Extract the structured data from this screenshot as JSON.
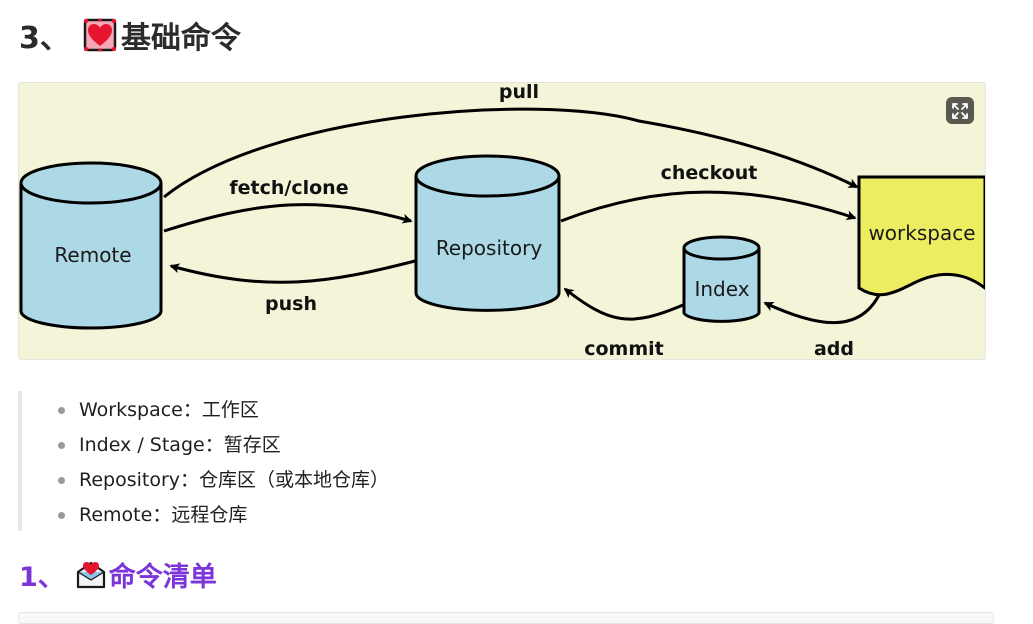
{
  "section": {
    "number": "3、",
    "emoji": "heart-decoration-icon",
    "title": "基础命令"
  },
  "diagram": {
    "nodes": {
      "remote": "Remote",
      "repository": "Repository",
      "index": "Index",
      "workspace": "workspace"
    },
    "arrows": {
      "pull": "pull",
      "fetch_clone": "fetch/clone",
      "push": "push",
      "checkout": "checkout",
      "commit": "commit",
      "add": "add"
    },
    "colors": {
      "background": "#f4f4d9",
      "cylinder_fill": "#add8e6",
      "workspace_fill": "#eded62",
      "stroke": "#000000"
    },
    "expand_button_icon": "expand-icon"
  },
  "definitions": [
    {
      "term": "Workspace",
      "sep": "：",
      "desc": "工作区"
    },
    {
      "term": "Index / Stage",
      "sep": "：",
      "desc": "暂存区"
    },
    {
      "term": "Repository",
      "sep": "：",
      "desc": "仓库区（或本地仓库）"
    },
    {
      "term": "Remote",
      "sep": "：",
      "desc": "远程仓库"
    }
  ],
  "subsection": {
    "number": "1、",
    "emoji": "love-letter-icon",
    "title": "命令清单",
    "color": "#7b35d8"
  }
}
